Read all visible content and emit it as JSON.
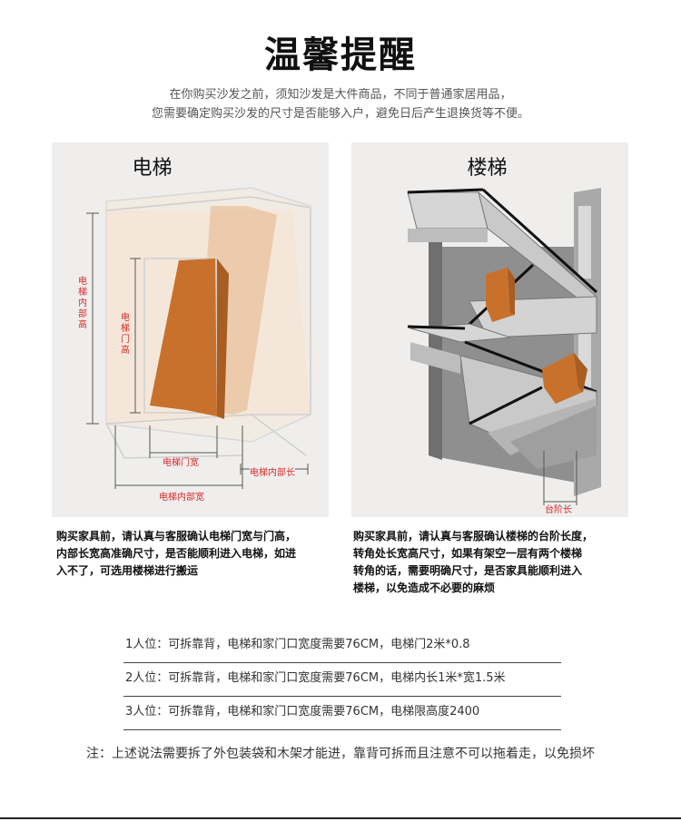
{
  "title": "温馨提醒",
  "intro": {
    "line1": "在你购买沙发之前，须知沙发是大件商品，不同于普通家居用品，",
    "line2": "您需要确定购买沙发的尺寸是否能够入户，避免日后产生退换货等不便。"
  },
  "elevator": {
    "title": "电梯",
    "label_inner_height": "电梯内部高",
    "label_door_height": "电梯门高",
    "label_door_width": "电梯门宽",
    "label_inner_length": "电梯内部长",
    "label_inner_width": "电梯内部宽",
    "description": {
      "line1": "购买家具前，请认真与客服确认电梯门宽与门高，",
      "line2": "内部长宽高准确尺寸，是否能顺利进入电梯，如进",
      "line3": "入不了，可选用楼梯进行搬运"
    }
  },
  "stairs": {
    "title": "楼梯",
    "label_step_length": "台阶长",
    "description": {
      "line1": "购买家具前，请认真与客服确认楼梯的台阶长度，",
      "line2": "转角处长宽高尺寸，如果有架空一层有两个楼梯",
      "line3": "转角的话，需要明确尺寸，是否家具能顺利进入",
      "line4": "楼梯，以免造成不必要的麻烦"
    }
  },
  "rules": [
    "1人位：可拆靠背，电梯和家门口宽度需要76CM，电梯门2米*0.8",
    "2人位：可拆靠背，电梯和家门口宽度需要76CM，电梯内长1米*宽1.5米",
    "3人位：可拆靠背，电梯和家门口宽度需要76CM，电梯限高度2400"
  ],
  "note": "注：上述说法需要拆了外包装袋和木架才能进，靠背可拆而且注意不可以拖着走，以免损坏",
  "colors": {
    "accent_red": "#d62b2b",
    "box_orange": "#c8712d",
    "panel_bg": "#efeeed",
    "wall_gray": "#8f8f8f"
  }
}
